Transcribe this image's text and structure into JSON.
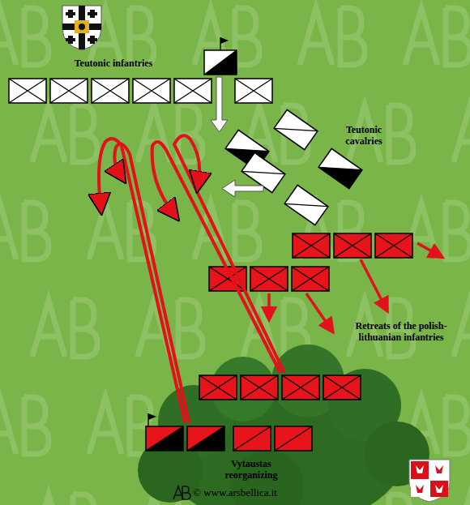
{
  "diagram": {
    "labels": [
      "Teutonic infantries",
      "Teutonic cavalries",
      "Retreats of the polish-lithuanian infantries",
      "Vytaustas reorganizing",
      "© www.arsbellica.it"
    ]
  }
}
